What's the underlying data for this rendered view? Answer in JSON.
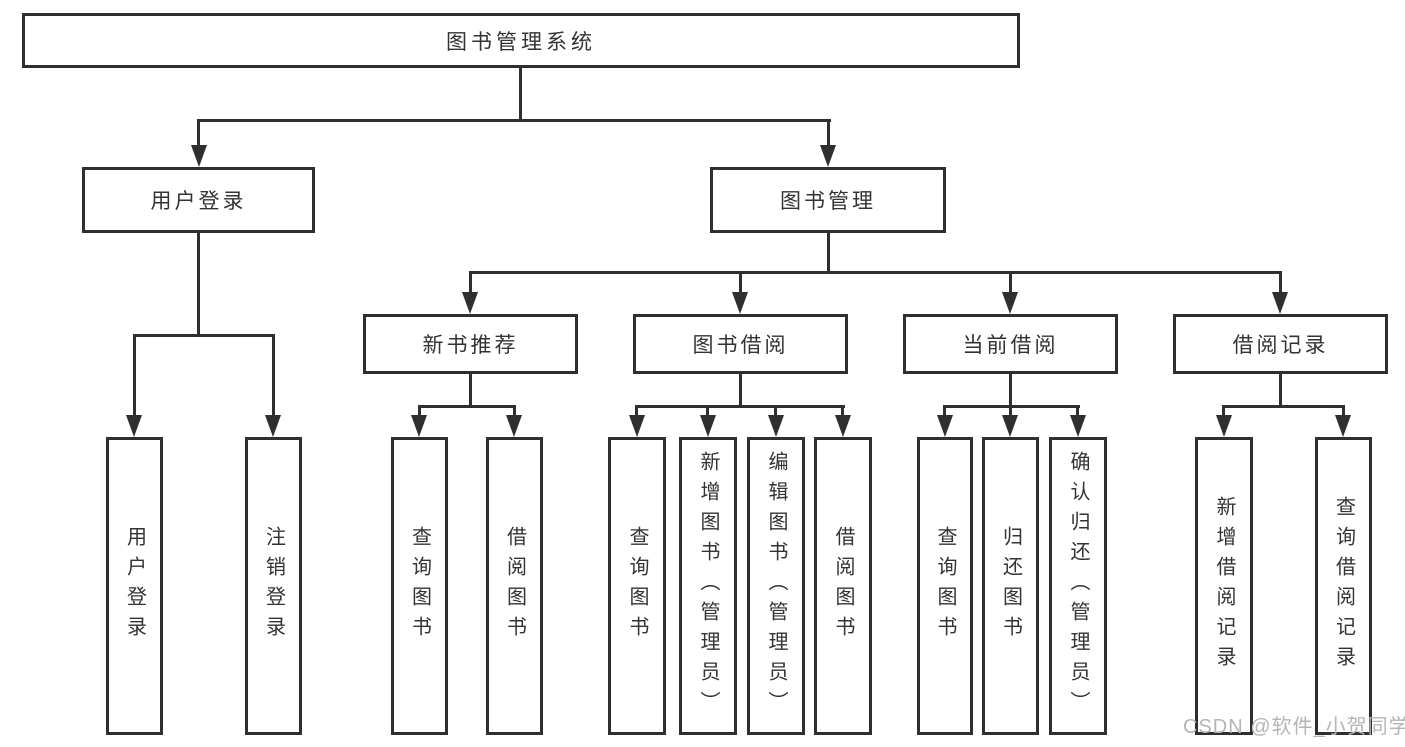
{
  "diagram": {
    "root": {
      "label": "图书管理系统"
    },
    "branches": [
      {
        "label": "用户登录",
        "children": [
          {
            "label": "用户登录"
          },
          {
            "label": "注销登录"
          }
        ]
      },
      {
        "label": "图书管理",
        "children": [
          {
            "label": "新书推荐",
            "children": [
              {
                "label": "查询图书"
              },
              {
                "label": "借阅图书"
              }
            ]
          },
          {
            "label": "图书借阅",
            "children": [
              {
                "label": "查询图书"
              },
              {
                "label": "新增图书（管理员）"
              },
              {
                "label": "编辑图书（管理员）"
              },
              {
                "label": "借阅图书"
              }
            ]
          },
          {
            "label": "当前借阅",
            "children": [
              {
                "label": "查询图书"
              },
              {
                "label": "归还图书"
              },
              {
                "label": "确认归还（管理员）"
              }
            ]
          },
          {
            "label": "借阅记录",
            "children": [
              {
                "label": "新增借阅记录"
              },
              {
                "label": "查询借阅记录"
              }
            ]
          }
        ]
      }
    ],
    "watermark": "CSDN @软件_小贺同学",
    "colors": {
      "line": "#2f2f2f",
      "text": "#333333",
      "background": "#ffffff",
      "watermark": "#b5b5b5"
    }
  }
}
